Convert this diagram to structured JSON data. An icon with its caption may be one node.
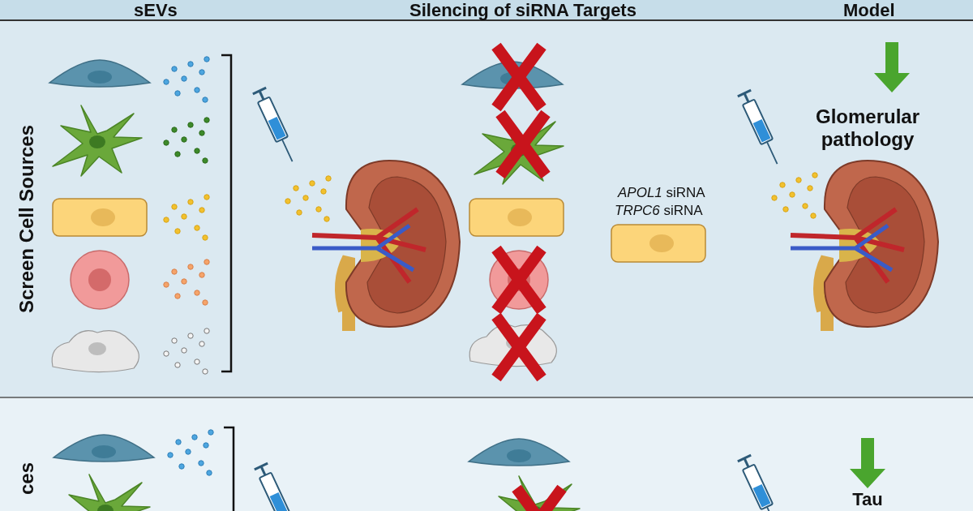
{
  "diagram": {
    "labels": [
      "sEVs",
      "Silencing of siRNA Targets",
      "Model",
      "Screen Cell Sources",
      "*APOL1* siRNA",
      "*TRPC6* siRNA",
      "Glomerular pathology",
      "ces",
      "Tau"
    ]
  }
}
